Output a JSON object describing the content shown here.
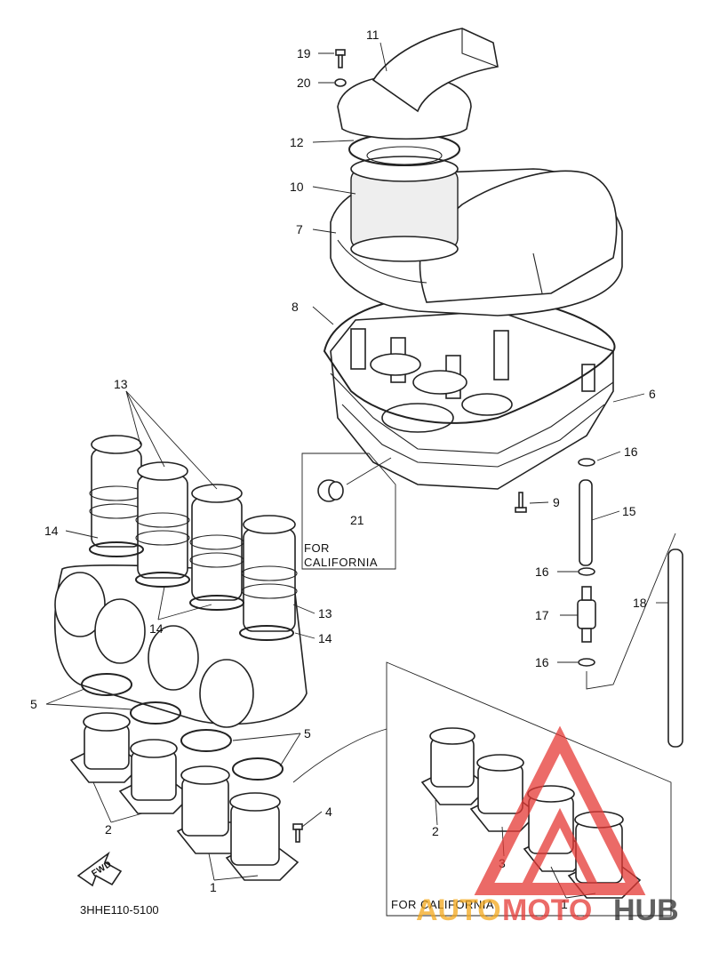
{
  "diagram_code": "3HHE110-5100",
  "notes": {
    "california_a": "FOR\nCALIFORNIA",
    "california_b": "FOR CALIFORNIA"
  },
  "fwd_label": "FWD",
  "callouts": {
    "c1": "1",
    "c1b": "1",
    "c2": "2",
    "c2b": "2",
    "c3": "3",
    "c4": "4",
    "c5a": "5",
    "c5b": "5",
    "c6": "6",
    "c7": "7",
    "c8": "8",
    "c9": "9",
    "c10": "10",
    "c11": "11",
    "c12": "12",
    "c13a": "13",
    "c13b": "13",
    "c14a": "14",
    "c14b": "14",
    "c14c": "14",
    "c15": "15",
    "c16a": "16",
    "c16b": "16",
    "c16c": "16",
    "c17": "17",
    "c18": "18",
    "c19": "19",
    "c20": "20",
    "c21": "21"
  },
  "watermark": {
    "brand_part1": "AUTO",
    "brand_part2": "MOTO",
    "brand_part3": "HUB",
    "color_orange": "#f3a81c",
    "color_red": "#e53935",
    "color_dark": "#2b2b2b"
  }
}
